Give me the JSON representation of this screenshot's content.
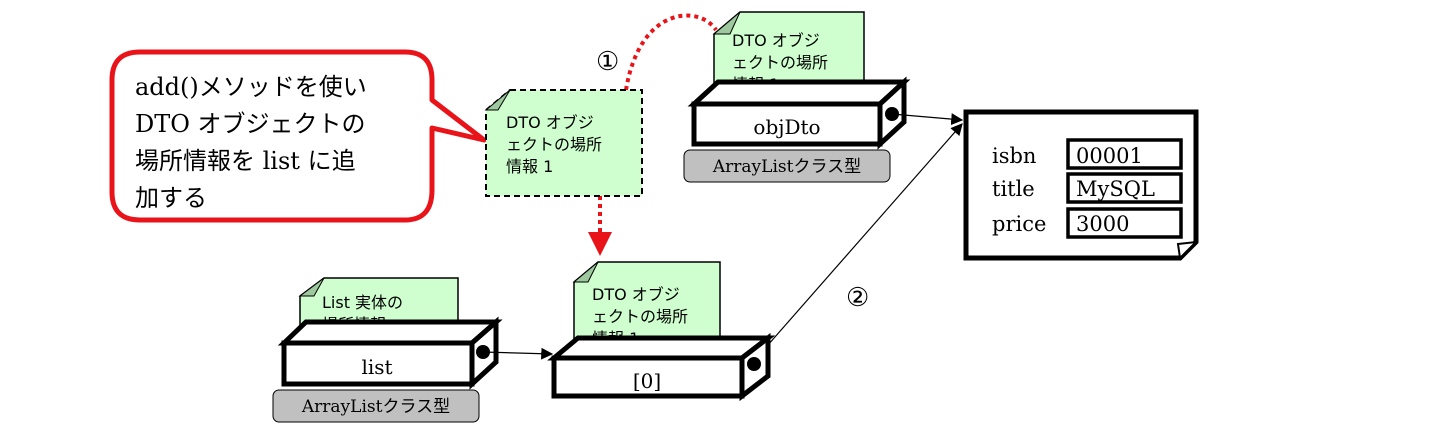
{
  "callout": {
    "lines": [
      "add()メソッドを使い",
      "DTO オブジェクトの",
      "場所情報を list に追",
      "加する"
    ]
  },
  "floating_note": {
    "lines": [
      "DTO オブジ",
      "ェクトの場所",
      "情報 1"
    ]
  },
  "objdto_box": {
    "label": "objDto",
    "type_label": "ArrayListクラス型",
    "note_lines": [
      "DTO オブジ",
      "ェクトの場所",
      "情報 1"
    ]
  },
  "list_box": {
    "label": "list",
    "type_label": "ArrayListクラス型",
    "note_lines": [
      "List 実体の",
      "場所情報"
    ]
  },
  "element_box": {
    "label": "[0]",
    "note_lines": [
      "DTO オブジ",
      "ェクトの場所",
      "情報 1"
    ]
  },
  "dto_object": {
    "fields": [
      {
        "name": "isbn",
        "value": "00001"
      },
      {
        "name": "title",
        "value": "MySQL"
      },
      {
        "name": "price",
        "value": "3000"
      }
    ]
  },
  "markers": {
    "step1": "①",
    "step2": "②"
  },
  "colors": {
    "note_fill": "#cfffcf",
    "callout_border": "#e8141a",
    "dotted_arrow": "#e8141a",
    "type_label_fill": "#c0c0c0"
  }
}
